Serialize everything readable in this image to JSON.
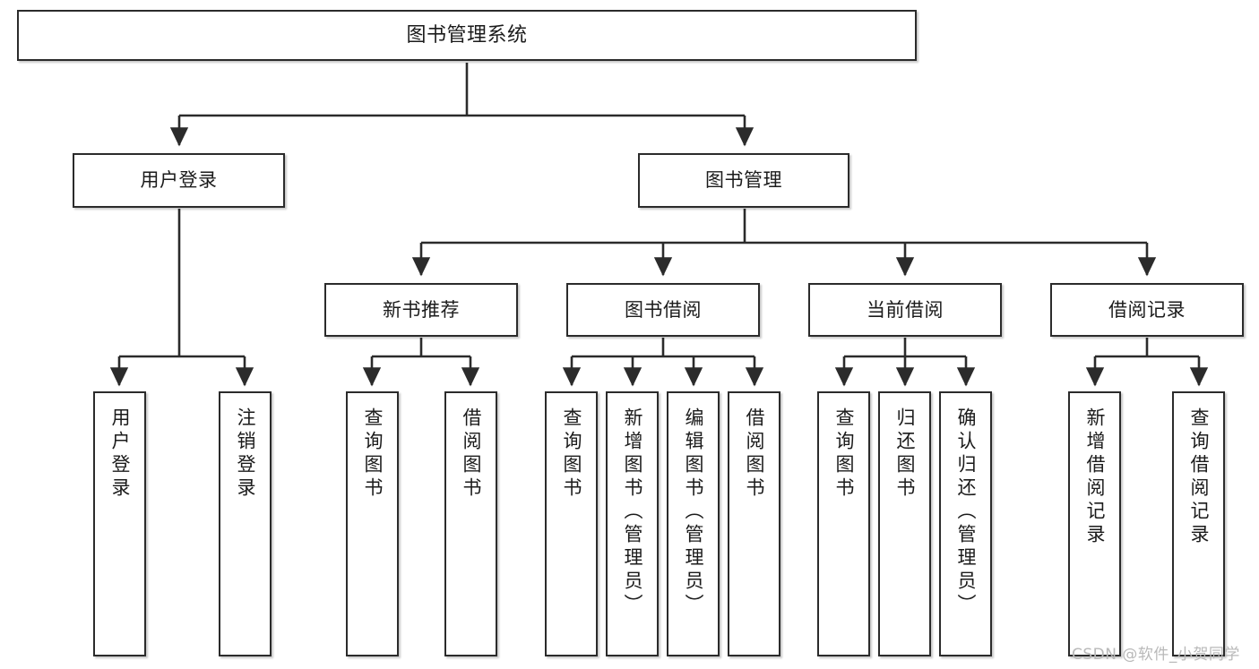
{
  "diagram": {
    "title": "图书管理系统",
    "watermark": "CSDN @软件_小贺同学",
    "colors": {
      "stroke": "#2b2b2b",
      "fill": "#ffffff",
      "text": "#1b1b1b",
      "watermark": "#b9b9b9"
    },
    "levels": {
      "root": {
        "label": "图书管理系统"
      },
      "level2": [
        {
          "label": "用户登录"
        },
        {
          "label": "图书管理"
        }
      ],
      "level3": [
        {
          "label": "新书推荐"
        },
        {
          "label": "图书借阅"
        },
        {
          "label": "当前借阅"
        },
        {
          "label": "借阅记录"
        }
      ],
      "leaves": [
        {
          "label": "用户登录",
          "parent": "用户登录"
        },
        {
          "label": "注销登录",
          "parent": "用户登录"
        },
        {
          "label": "查询图书",
          "parent": "新书推荐"
        },
        {
          "label": "借阅图书",
          "parent": "新书推荐"
        },
        {
          "label": "查询图书",
          "parent": "图书借阅"
        },
        {
          "label": "新增图书（管理员）",
          "parent": "图书借阅"
        },
        {
          "label": "编辑图书（管理员）",
          "parent": "图书借阅"
        },
        {
          "label": "借阅图书",
          "parent": "图书借阅"
        },
        {
          "label": "查询图书",
          "parent": "当前借阅"
        },
        {
          "label": "归还图书",
          "parent": "当前借阅"
        },
        {
          "label": "确认归还（管理员）",
          "parent": "当前借阅"
        },
        {
          "label": "新增借阅记录",
          "parent": "借阅记录"
        },
        {
          "label": "查询借阅记录",
          "parent": "借阅记录"
        }
      ]
    }
  }
}
